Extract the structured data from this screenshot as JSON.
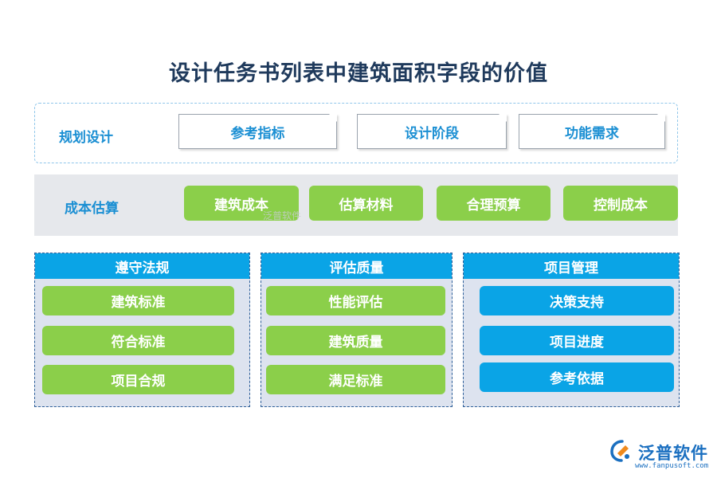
{
  "title": "设计任务书列表中建筑面积字段的价值",
  "row1": {
    "label": "规划设计",
    "boxes": [
      "参考指标",
      "设计阶段",
      "功能需求"
    ]
  },
  "row2": {
    "label": "成本估算",
    "pills": [
      "建筑成本",
      "估算材料",
      "合理预算",
      "控制成本"
    ],
    "watermark": "泛普软件"
  },
  "columns": [
    {
      "header": "遵守法规",
      "items": [
        "建筑标准",
        "符合标准",
        "项目合规"
      ],
      "item_style": "green"
    },
    {
      "header": "评估质量",
      "items": [
        "性能评估",
        "建筑质量",
        "满足标准"
      ],
      "item_style": "green"
    },
    {
      "header": "项目管理",
      "items": [
        "决策支持",
        "项目进度",
        "参考依据"
      ],
      "item_style": "blue"
    }
  ],
  "logo": {
    "name": "泛普软件",
    "url": "www.fanpusoft.com"
  },
  "colors": {
    "title": "#1f3a5c",
    "accent_blue": "#0aa4e6",
    "label_blue": "#1b8fd3",
    "green": "#8bcf4a",
    "column_bg": "#dde3ef",
    "row2_bg": "#e6e8ec"
  }
}
